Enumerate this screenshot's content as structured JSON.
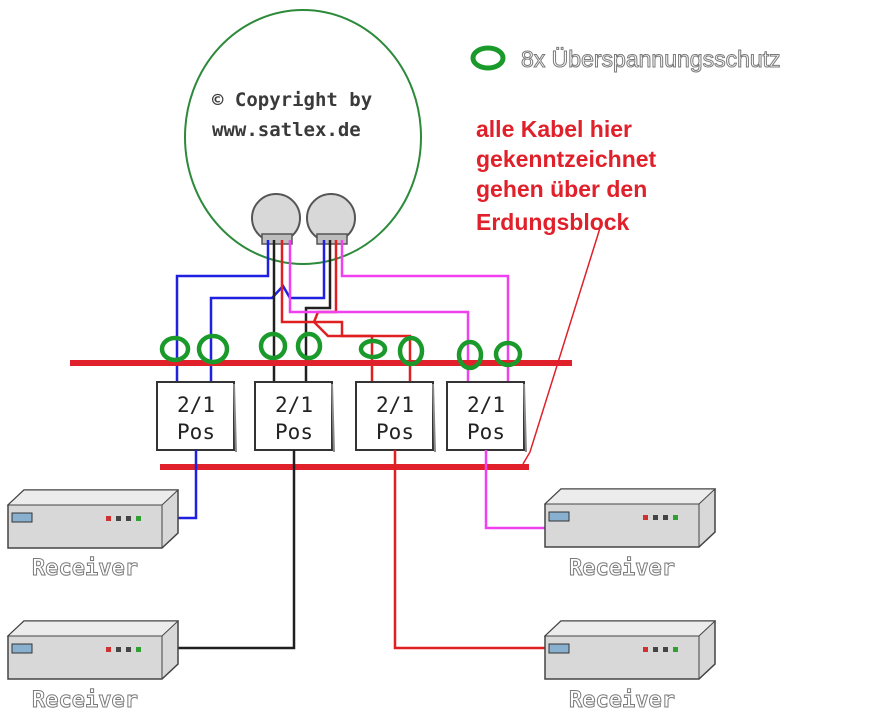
{
  "dish": {
    "copyright_line1": "© Copyright by",
    "copyright_line2": "www.satlex.de"
  },
  "legend": {
    "text": "8x Überspannungsschutz",
    "marker_color": "#1a9a2a"
  },
  "annotation": {
    "lines": [
      "alle Kabel hier",
      "gekenntzeichnet",
      "gehen über den",
      "Erdungsblock"
    ],
    "color": "#e0202a"
  },
  "switches": [
    {
      "line1": "2/1",
      "line2": "Pos"
    },
    {
      "line1": "2/1",
      "line2": "Pos"
    },
    {
      "line1": "2/1",
      "line2": "Pos"
    },
    {
      "line1": "2/1",
      "line2": "Pos"
    }
  ],
  "receivers": [
    {
      "label": "Receiver"
    },
    {
      "label": "Receiver"
    },
    {
      "label": "Receiver"
    },
    {
      "label": "Receiver"
    }
  ],
  "colors": {
    "ground_bar": "#e0202a",
    "cable_blue": "#2020e0",
    "cable_black": "#202020",
    "cable_red": "#e02020",
    "cable_magenta": "#f040f0"
  }
}
